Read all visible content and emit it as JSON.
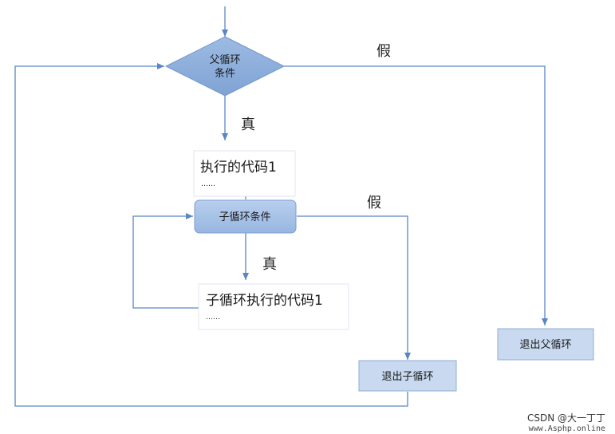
{
  "diagram": {
    "parent_condition": {
      "line1": "父循环",
      "line2": "条件"
    },
    "parent_true_label": "真",
    "parent_false_label": "假",
    "code_block_1": {
      "title": "执行的代码1",
      "dots": "……"
    },
    "child_condition": "子循环条件",
    "child_true_label": "真",
    "child_false_label": "假",
    "code_block_2": {
      "title": "子循环执行的代码1",
      "dots": "……"
    },
    "exit_child": "退出子循环",
    "exit_parent": "退出父循环"
  },
  "watermark": {
    "line1": "CSDN @大一丁丁",
    "line2": "www.Asphp.online"
  },
  "colors": {
    "edge": "#5b86c4",
    "diamond_fill": "#8fb1db",
    "child_condition_fill": "#a9c3e6",
    "exit_box_fill": "#c9daf0"
  }
}
